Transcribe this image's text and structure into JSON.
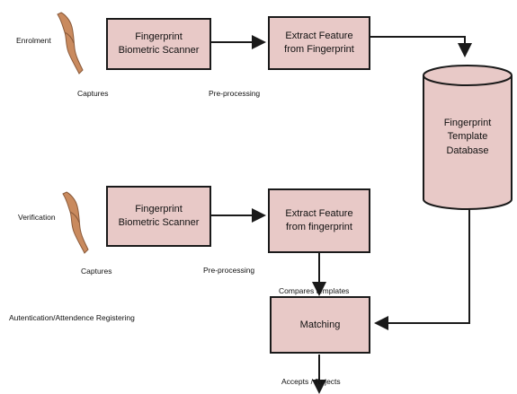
{
  "enrollment": {
    "label": "Enrolment",
    "scanner": "Fingerprint\nBiometric Scanner",
    "extract": "Extract Feature\nfrom Fingerprint",
    "captures": "Captures",
    "preprocessing": "Pre-processing"
  },
  "database": {
    "label": "Fingerprint\nTemplate\nDatabase"
  },
  "verification": {
    "label": "Verification",
    "scanner": "Fingerprint\nBiometric Scanner",
    "extract": "Extract Feature\nfrom fingerprint",
    "captures": "Captures",
    "preprocessing": "Pre-processing",
    "compares": "Compares   templates",
    "matching": "Matching",
    "result": "Accepts / Rejects",
    "side_note": "Autentication/Attendence Registering"
  },
  "colors": {
    "box_fill": "#e8c9c7",
    "hand_skin": "#c98a5e",
    "line": "#1a1a1a"
  },
  "icons": [
    "hand-icon",
    "hand-icon"
  ]
}
